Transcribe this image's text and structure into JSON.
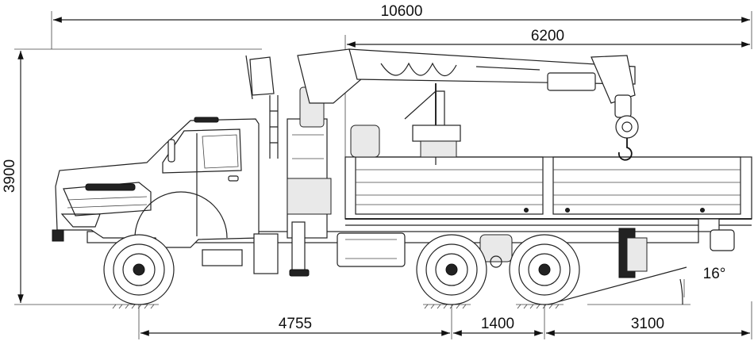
{
  "dimensions": {
    "overall_length": "10600",
    "crane_reach": "6200",
    "overall_height": "3900",
    "front_to_rear_axle": "4755",
    "rear_axle_spacing": "1400",
    "rear_overhang": "3100",
    "departure_angle": "16°"
  }
}
